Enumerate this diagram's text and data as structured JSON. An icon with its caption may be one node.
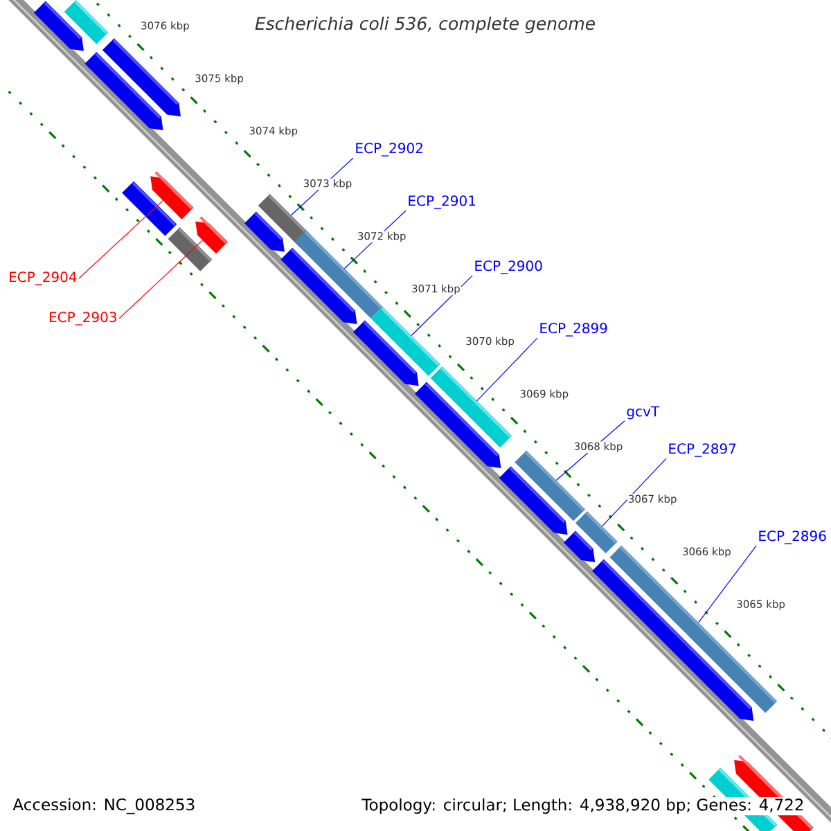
{
  "diagram": {
    "title": "Escherichia coli 536, complete genome",
    "nodes": [
      {
        "text": [
          "ECP_2902"
        ]
      },
      {
        "text": [
          "ECP_2901"
        ]
      },
      {
        "text": [
          "ECP_2900"
        ]
      },
      {
        "text": [
          "ECP_2899"
        ]
      },
      {
        "text": [
          "gcvT"
        ]
      },
      {
        "text": [
          "ECP_2897"
        ]
      },
      {
        "text": [
          "ECP_2896"
        ]
      },
      {
        "text": [
          "ECP_2904"
        ]
      },
      {
        "text": [
          "ECP_2903"
        ]
      },
      {
        "text": [],
        "shape": "box"
      },
      {
        "text": [],
        "shape": "bar"
      },
      {
        "text": [],
        "shape": "bar"
      },
      {
        "text": [],
        "shape": "bar"
      },
      {
        "text": [],
        "shape": "box"
      },
      {
        "text": [],
        "shape": "bar"
      },
      {
        "text": [],
        "shape": "box"
      },
      {
        "text": [],
        "shape": "bar"
      },
      {
        "text": [],
        "shape": "box"
      },
      {
        "text": [],
        "shape": "bar"
      },
      {
        "text": [],
        "shape": "box"
      },
      {
        "text": [],
        "shape": "bar"
      },
      {
        "text": [],
        "shape": "box"
      },
      {
        "text": [],
        "shape": "bar"
      },
      {
        "text": [],
        "shape": "box"
      },
      {
        "text": [],
        "shape": "bar"
      },
      {
        "text": [],
        "shape": "box"
      },
      {
        "text": [],
        "shape": "bar"
      },
      {
        "text": [],
        "shape": "box"
      },
      {
        "text": [],
        "shape": "bar"
      },
      {
        "text": [],
        "shape": "box"
      },
      {
        "text": [],
        "shape": "bar"
      },
      {
        "text": [],
        "shape": "box"
      },
      {
        "text": [],
        "shape": "bar"
      }
    ],
    "edges": [
      {
        "from": 0,
        "to": 17,
        "arrow": "none"
      },
      {
        "from": 1,
        "to": 19,
        "arrow": "none"
      },
      {
        "from": 2,
        "to": 21,
        "arrow": "none"
      },
      {
        "from": 3,
        "to": 23,
        "arrow": "none"
      },
      {
        "from": 4,
        "to": 25,
        "arrow": "none"
      },
      {
        "from": 5,
        "to": 27,
        "arrow": "none"
      },
      {
        "from": 6,
        "to": 29,
        "arrow": "none"
      },
      {
        "from": 7,
        "to": 14,
        "arrow": "none",
        "color": "#ff0000"
      },
      {
        "from": 8,
        "to": 16,
        "arrow": "none",
        "color": "#ff0000"
      }
    ],
    "labels": [
      "3076 kbp",
      "3075 kbp",
      "3074 kbp",
      "3073 kbp",
      "3072 kbp",
      "3071 kbp",
      "3070 kbp",
      "3069 kbp",
      "3068 kbp",
      "3067 kbp",
      "3066 kbp",
      "3065 kbp",
      "Accession: NC_008253",
      "Topology: circular; Length: 4,938,920 bp; Genes: 4,722"
    ]
  }
}
